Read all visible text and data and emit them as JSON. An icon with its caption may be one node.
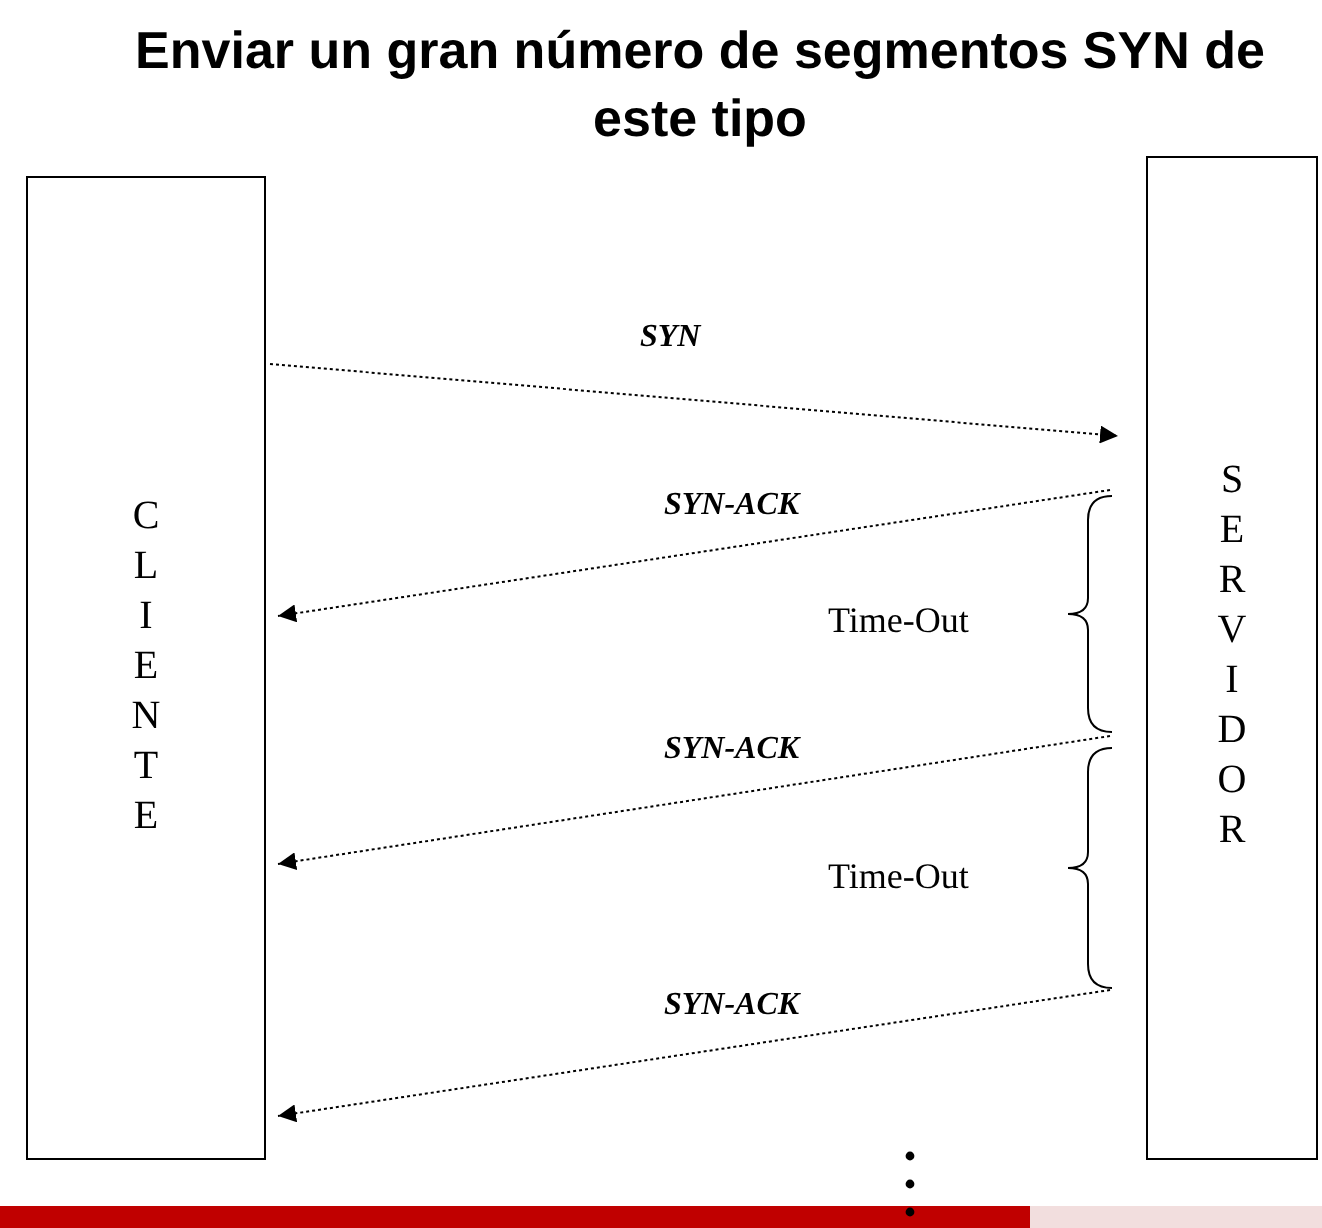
{
  "diagram": {
    "title": "Enviar un gran número de segmentos SYN de este tipo",
    "nodes": [
      {
        "text": [
          "CLIENTE"
        ]
      },
      {
        "text": [
          "SERVIDOR"
        ]
      }
    ],
    "edges": [
      {
        "from": 0,
        "to": 1,
        "arrow": "to",
        "label": "SYN",
        "style": "dashed"
      },
      {
        "from": 1,
        "to": 0,
        "arrow": "to",
        "label": "SYN-ACK",
        "style": "dashed"
      },
      {
        "from": 1,
        "to": 0,
        "arrow": "to",
        "label": "SYN-ACK",
        "style": "dashed"
      },
      {
        "from": 1,
        "to": 0,
        "arrow": "to",
        "label": "SYN-ACK",
        "style": "dashed"
      }
    ],
    "labels": [
      "Time-Out",
      "Time-Out"
    ]
  }
}
